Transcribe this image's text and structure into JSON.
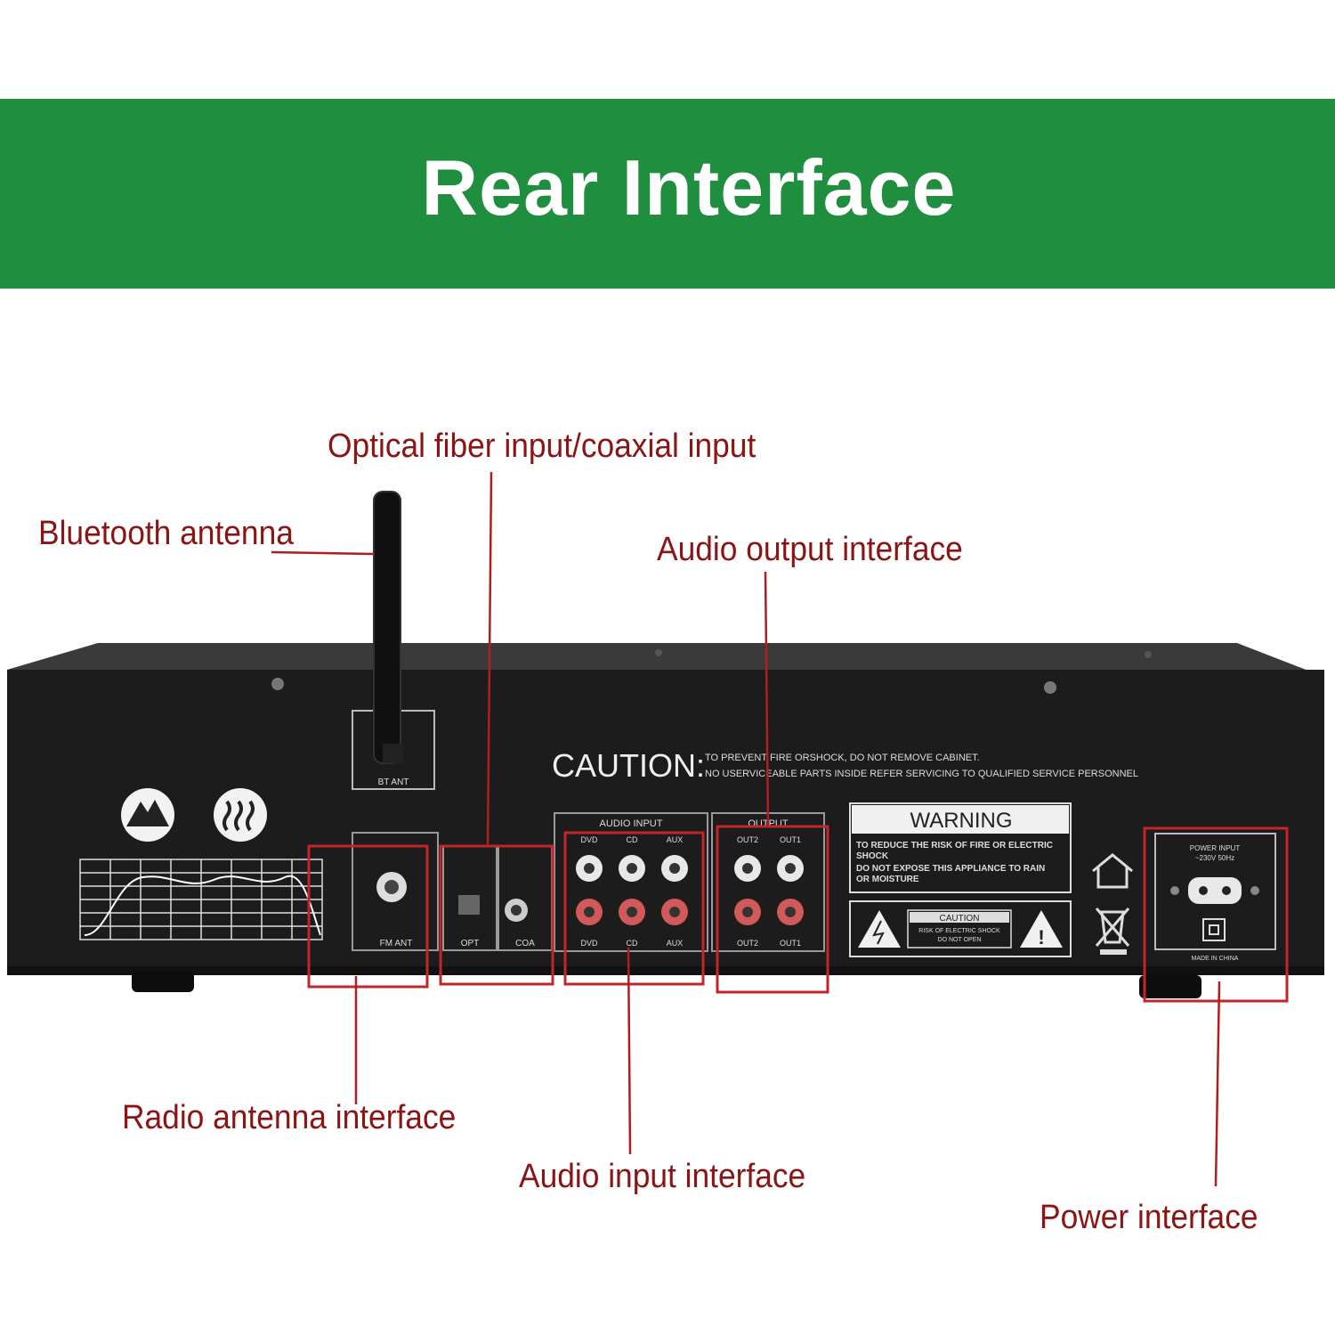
{
  "banner": {
    "title": "Rear Interface",
    "background": "#1f8f3f"
  },
  "callouts": {
    "optical": "Optical fiber input/coaxial input",
    "bluetooth": "Bluetooth antenna",
    "audio_output": "Audio output interface",
    "radio": "Radio antenna interface",
    "audio_input": "Audio input interface",
    "power": "Power interface",
    "color": "#8b1414"
  },
  "panel": {
    "caution_title": "CAUTION:",
    "caution_line1": "TO PREVENT FIRE ORSHOCK, DO NOT REMOVE CABINET.",
    "caution_line2": "NO USERVICEABLE PARTS INSIDE REFER SERVICING TO QUALIFIED SERVICE PERSONNEL",
    "bt_ant": "BT ANT",
    "fm_ant": "FM ANT",
    "opt": "OPT",
    "coa": "COA",
    "audio_input_label": "AUDIO INPUT",
    "output_label": "OUTPUT",
    "in_dvd": "DVD",
    "in_cd": "CD",
    "in_aux": "AUX",
    "out2": "OUT2",
    "out1": "OUT1",
    "warning_title": "WARNING",
    "warning_line1": "TO REDUCE THE RISK OF FIRE OR ELECTRIC",
    "warning_line2": "SHOCK",
    "warning_line3": "DO NOT EXPOSE THIS APPLIANCE TO RAIN",
    "warning_line4": "OR MOISTURE",
    "caution_box_title": "CAUTION",
    "caution_box_line1": "RISK OF ELECTRIC SHOCK",
    "caution_box_line2": "DO NOT OPEN",
    "power_input": "POWER INPUT",
    "power_rating": "~230V 50Hz",
    "made_in": "MADE IN CHINA"
  },
  "colors": {
    "chassis": "#1c1c1c",
    "highlight": "#c0262a"
  }
}
